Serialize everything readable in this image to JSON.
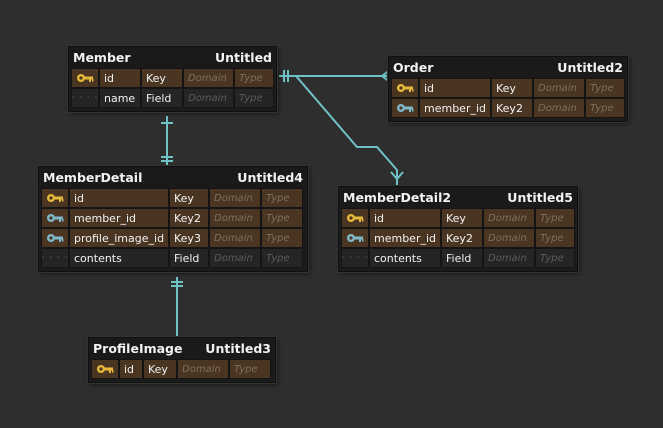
{
  "colors": {
    "background": "#2e2e2e",
    "relation_line": "#6fc3c7",
    "primary_key_icon": "#e6b93a",
    "foreign_key_icon": "#7fb9c9",
    "primary_row": "#4a3522"
  },
  "tables": {
    "member": {
      "name": "Member",
      "alias": "Untitled",
      "columns": [
        {
          "name": "id",
          "kind": "Key",
          "domain": "Domain",
          "type": "Type",
          "icon": "primary-key-icon"
        },
        {
          "name": "name",
          "kind": "Field",
          "domain": "Domain",
          "type": "Type",
          "icon": "field-icon"
        }
      ]
    },
    "order": {
      "name": "Order",
      "alias": "Untitled2",
      "columns": [
        {
          "name": "id",
          "kind": "Key",
          "domain": "Domain",
          "type": "Type",
          "icon": "primary-key-icon"
        },
        {
          "name": "member_id",
          "kind": "Key2",
          "domain": "Domain",
          "type": "Type",
          "icon": "foreign-key-icon"
        }
      ]
    },
    "member_detail": {
      "name": "MemberDetail",
      "alias": "Untitled4",
      "columns": [
        {
          "name": "id",
          "kind": "Key",
          "domain": "Domain",
          "type": "Type",
          "icon": "primary-key-icon"
        },
        {
          "name": "member_id",
          "kind": "Key2",
          "domain": "Domain",
          "type": "Type",
          "icon": "foreign-key-icon"
        },
        {
          "name": "profile_image_id",
          "kind": "Key3",
          "domain": "Domain",
          "type": "Type",
          "icon": "foreign-key-icon"
        },
        {
          "name": "contents",
          "kind": "Field",
          "domain": "Domain",
          "type": "Type",
          "icon": "field-icon"
        }
      ]
    },
    "member_detail2": {
      "name": "MemberDetail2",
      "alias": "Untitled5",
      "columns": [
        {
          "name": "id",
          "kind": "Key",
          "domain": "Domain",
          "type": "Type",
          "icon": "primary-key-icon"
        },
        {
          "name": "member_id",
          "kind": "Key2",
          "domain": "Domain",
          "type": "Type",
          "icon": "foreign-key-icon"
        },
        {
          "name": "contents",
          "kind": "Field",
          "domain": "Domain",
          "type": "Type",
          "icon": "field-icon"
        }
      ]
    },
    "profile_image": {
      "name": "ProfileImage",
      "alias": "Untitled3",
      "columns": [
        {
          "name": "id",
          "kind": "Key",
          "domain": "Domain",
          "type": "Type",
          "icon": "primary-key-icon"
        }
      ]
    }
  }
}
